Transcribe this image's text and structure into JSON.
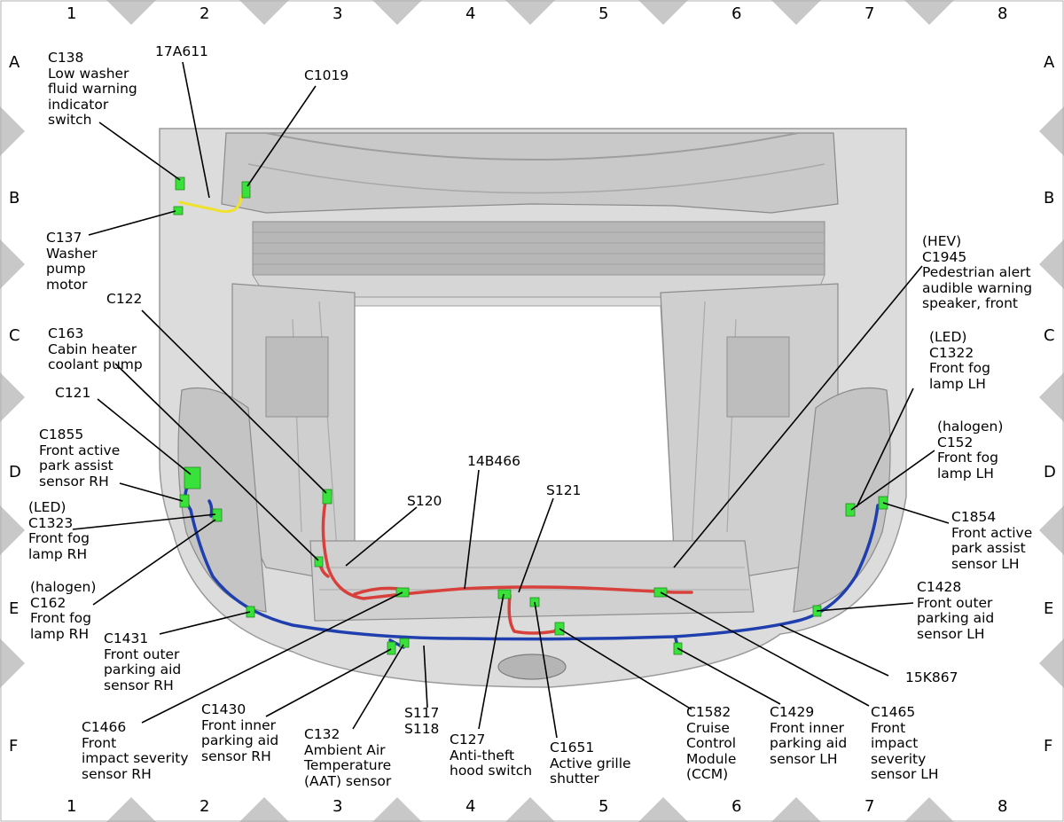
{
  "grid": {
    "columns": [
      "1",
      "2",
      "3",
      "4",
      "5",
      "6",
      "7",
      "8"
    ],
    "rows": [
      "A",
      "B",
      "C",
      "D",
      "E",
      "F"
    ]
  },
  "labels": {
    "c138": "C138\nLow washer\nfluid warning\nindicator\nswitch",
    "w17a611": "17A611",
    "c1019": "C1019",
    "c137": "C137\nWasher\npump\nmotor",
    "c122": "C122",
    "c163": "C163\nCabin heater\ncoolant pump",
    "c121": "C121",
    "c1855": "C1855\nFront active\npark assist\nsensor RH",
    "c1323": "(LED)\nC1323\nFront fog\nlamp RH",
    "c162": "(halogen)\nC162\nFront fog\nlamp RH",
    "c1431": "C1431\nFront outer\nparking aid\nsensor RH",
    "c1466": "C1466\nFront\nimpact severity\nsensor RH",
    "c1430": "C1430\nFront inner\nparking aid\nsensor RH",
    "c132": "C132\nAmbient Air\nTemperature\n(AAT) sensor",
    "s117": "S117\nS118",
    "c127": "C127\nAnti-theft\nhood switch",
    "c1651": "C1651\nActive grille\nshutter",
    "c1582": "C1582\nCruise\nControl\nModule\n(CCM)",
    "c1429": "C1429\nFront inner\nparking aid\nsensor LH",
    "c1465": "C1465\nFront\nimpact\nseverity\nsensor LH",
    "w15k867": "15K867",
    "c1428": "C1428\nFront outer\nparking aid\nsensor LH",
    "c1854": "C1854\nFront active\npark assist\nsensor LH",
    "c152": "(halogen)\nC152\nFront fog\nlamp LH",
    "c1322": "(LED)\nC1322\nFront fog\nlamp LH",
    "c1945": "(HEV)\nC1945\nPedestrian alert\naudible warning\nspeaker, front",
    "w14b466": "14B466",
    "s120": "S120",
    "s121": "S121"
  },
  "colors": {
    "harness_blue": "#1f3fae",
    "harness_red": "#d8403b",
    "harness_yellow": "#f0e12c",
    "connector_green": "#39e23a",
    "body_gray": "#d9d9d9",
    "grid_marker": "#c8c8c8"
  }
}
